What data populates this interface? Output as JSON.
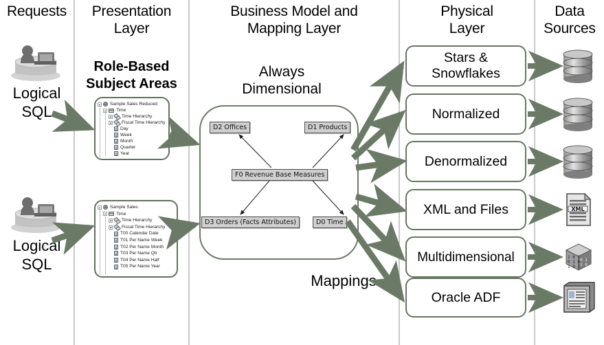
{
  "columns": [
    {
      "id": "requests",
      "title": "Requests"
    },
    {
      "id": "presentation",
      "title": "Presentation\nLayer"
    },
    {
      "id": "bmm",
      "title": "Business Model and\nMapping Layer"
    },
    {
      "id": "physical",
      "title": "Physical\nLayer"
    },
    {
      "id": "sources",
      "title": "Data\nSources"
    }
  ],
  "column_titles": {
    "requests": "Requests",
    "presentation_line1": "Presentation",
    "presentation_line2": "Layer",
    "bmm_line1": "Business Model and",
    "bmm_line2": "Mapping Layer",
    "physical_line1": "Physical",
    "physical_line2": "Layer",
    "sources_line1": "Data",
    "sources_line2": "Sources"
  },
  "subtitles": {
    "presentation_line1": "Role-Based",
    "presentation_line2": "Subject Areas",
    "bmm_line1": "Always",
    "bmm_line2": "Dimensional"
  },
  "requests": {
    "items": [
      {
        "icon": "user-at-desk-icon",
        "label_line1": "Logical",
        "label_line2": "SQL"
      },
      {
        "icon": "user-at-desk-icon",
        "label_line1": "Logical",
        "label_line2": "SQL"
      }
    ]
  },
  "presentation": {
    "trees": [
      {
        "root": "Sample Sales Reduced",
        "nodes": [
          {
            "label": "Sample Sales Reduced",
            "depth": 0,
            "icon": "subject-area-icon",
            "toggle": "minus"
          },
          {
            "label": "Time",
            "depth": 1,
            "icon": "table-icon",
            "toggle": "minus"
          },
          {
            "label": "Time Hierarchy",
            "depth": 2,
            "icon": "hierarchy-icon",
            "toggle": "plus"
          },
          {
            "label": "Fiscal Time Hierarchy",
            "depth": 2,
            "icon": "hierarchy-icon",
            "toggle": "plus"
          },
          {
            "label": "Day",
            "depth": 2,
            "icon": "column-icon",
            "toggle": "none"
          },
          {
            "label": "Week",
            "depth": 2,
            "icon": "column-icon",
            "toggle": "none"
          },
          {
            "label": "Month",
            "depth": 2,
            "icon": "column-icon",
            "toggle": "none"
          },
          {
            "label": "Quarter",
            "depth": 2,
            "icon": "column-icon",
            "toggle": "none"
          },
          {
            "label": "Year",
            "depth": 2,
            "icon": "column-icon",
            "toggle": "none"
          }
        ]
      },
      {
        "root": "Sample Sales",
        "nodes": [
          {
            "label": "Sample Sales",
            "depth": 0,
            "icon": "subject-area-icon",
            "toggle": "minus"
          },
          {
            "label": "Time",
            "depth": 1,
            "icon": "table-icon",
            "toggle": "minus"
          },
          {
            "label": "Time Hierarchy",
            "depth": 2,
            "icon": "hierarchy-icon",
            "toggle": "plus"
          },
          {
            "label": "Fiscal Time Hierarchy",
            "depth": 2,
            "icon": "hierarchy-icon",
            "toggle": "plus"
          },
          {
            "label": "T00 Calendar Date",
            "depth": 2,
            "icon": "column-icon",
            "toggle": "none"
          },
          {
            "label": "T01 Per Name Week",
            "depth": 2,
            "icon": "column-icon",
            "toggle": "none"
          },
          {
            "label": "T02 Per Name Month",
            "depth": 2,
            "icon": "column-icon",
            "toggle": "none"
          },
          {
            "label": "T03 Per Name Qtr",
            "depth": 2,
            "icon": "column-icon",
            "toggle": "none"
          },
          {
            "label": "T04 Per Name Half",
            "depth": 2,
            "icon": "column-icon",
            "toggle": "none"
          },
          {
            "label": "T05 Per Name Year",
            "depth": 2,
            "icon": "column-icon",
            "toggle": "none"
          }
        ]
      }
    ]
  },
  "bmm": {
    "nodes": [
      {
        "id": "d2",
        "label": "D2 Offices"
      },
      {
        "id": "d1",
        "label": "D1 Products"
      },
      {
        "id": "f0",
        "label": "F0 Revenue Base Measures"
      },
      {
        "id": "d3",
        "label": "D3 Orders (Facts Attributes)"
      },
      {
        "id": "d0",
        "label": "D0 Time"
      }
    ],
    "mappings_label": "Mappings"
  },
  "physical": {
    "boxes": [
      {
        "label_line1": "Stars &",
        "label_line2": "Snowflakes",
        "source_icon": "database-icon"
      },
      {
        "label_line1": "Normalized",
        "label_line2": "",
        "source_icon": "database-icon"
      },
      {
        "label_line1": "Denormalized",
        "label_line2": "",
        "source_icon": "database-icon"
      },
      {
        "label_line1": "XML and Files",
        "label_line2": "",
        "source_icon": "xml-file-icon"
      },
      {
        "label_line1": "Multidimensional",
        "label_line2": "",
        "source_icon": "olap-cube-icon"
      },
      {
        "label_line1": "Oracle ADF",
        "label_line2": "",
        "source_icon": "adf-screen-icon"
      }
    ]
  },
  "colors": {
    "arrow": "#6b7a66",
    "box_border": "#66755f",
    "divider": "#c9c9c9",
    "node_fill": "#cfcfcf",
    "background": "#ffffff"
  }
}
